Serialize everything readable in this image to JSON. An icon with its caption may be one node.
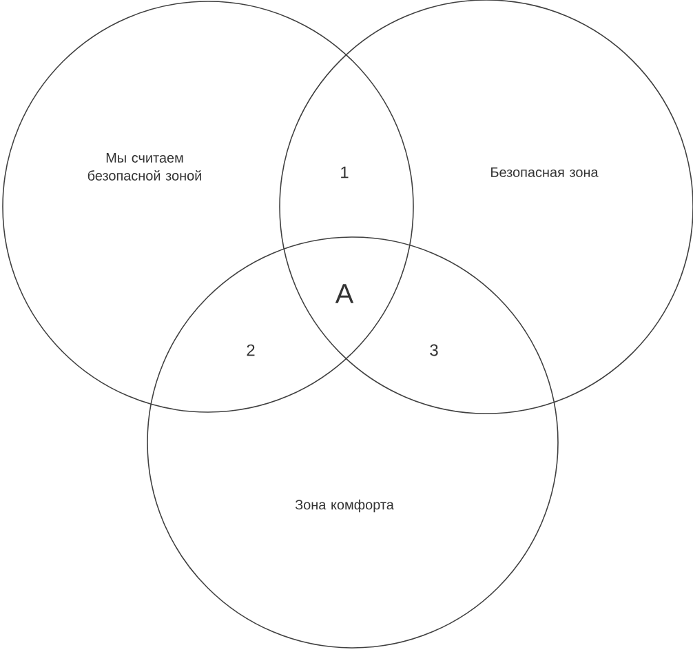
{
  "diagram": {
    "nodes": [
      {
        "text": [
          "Мы считаем безопасной зоной"
        ]
      },
      {
        "text": [
          "Безопасная зона"
        ]
      },
      {
        "text": [
          "Зона комфорта"
        ]
      }
    ],
    "labels": [
      "1",
      "A",
      "2",
      "3"
    ]
  }
}
